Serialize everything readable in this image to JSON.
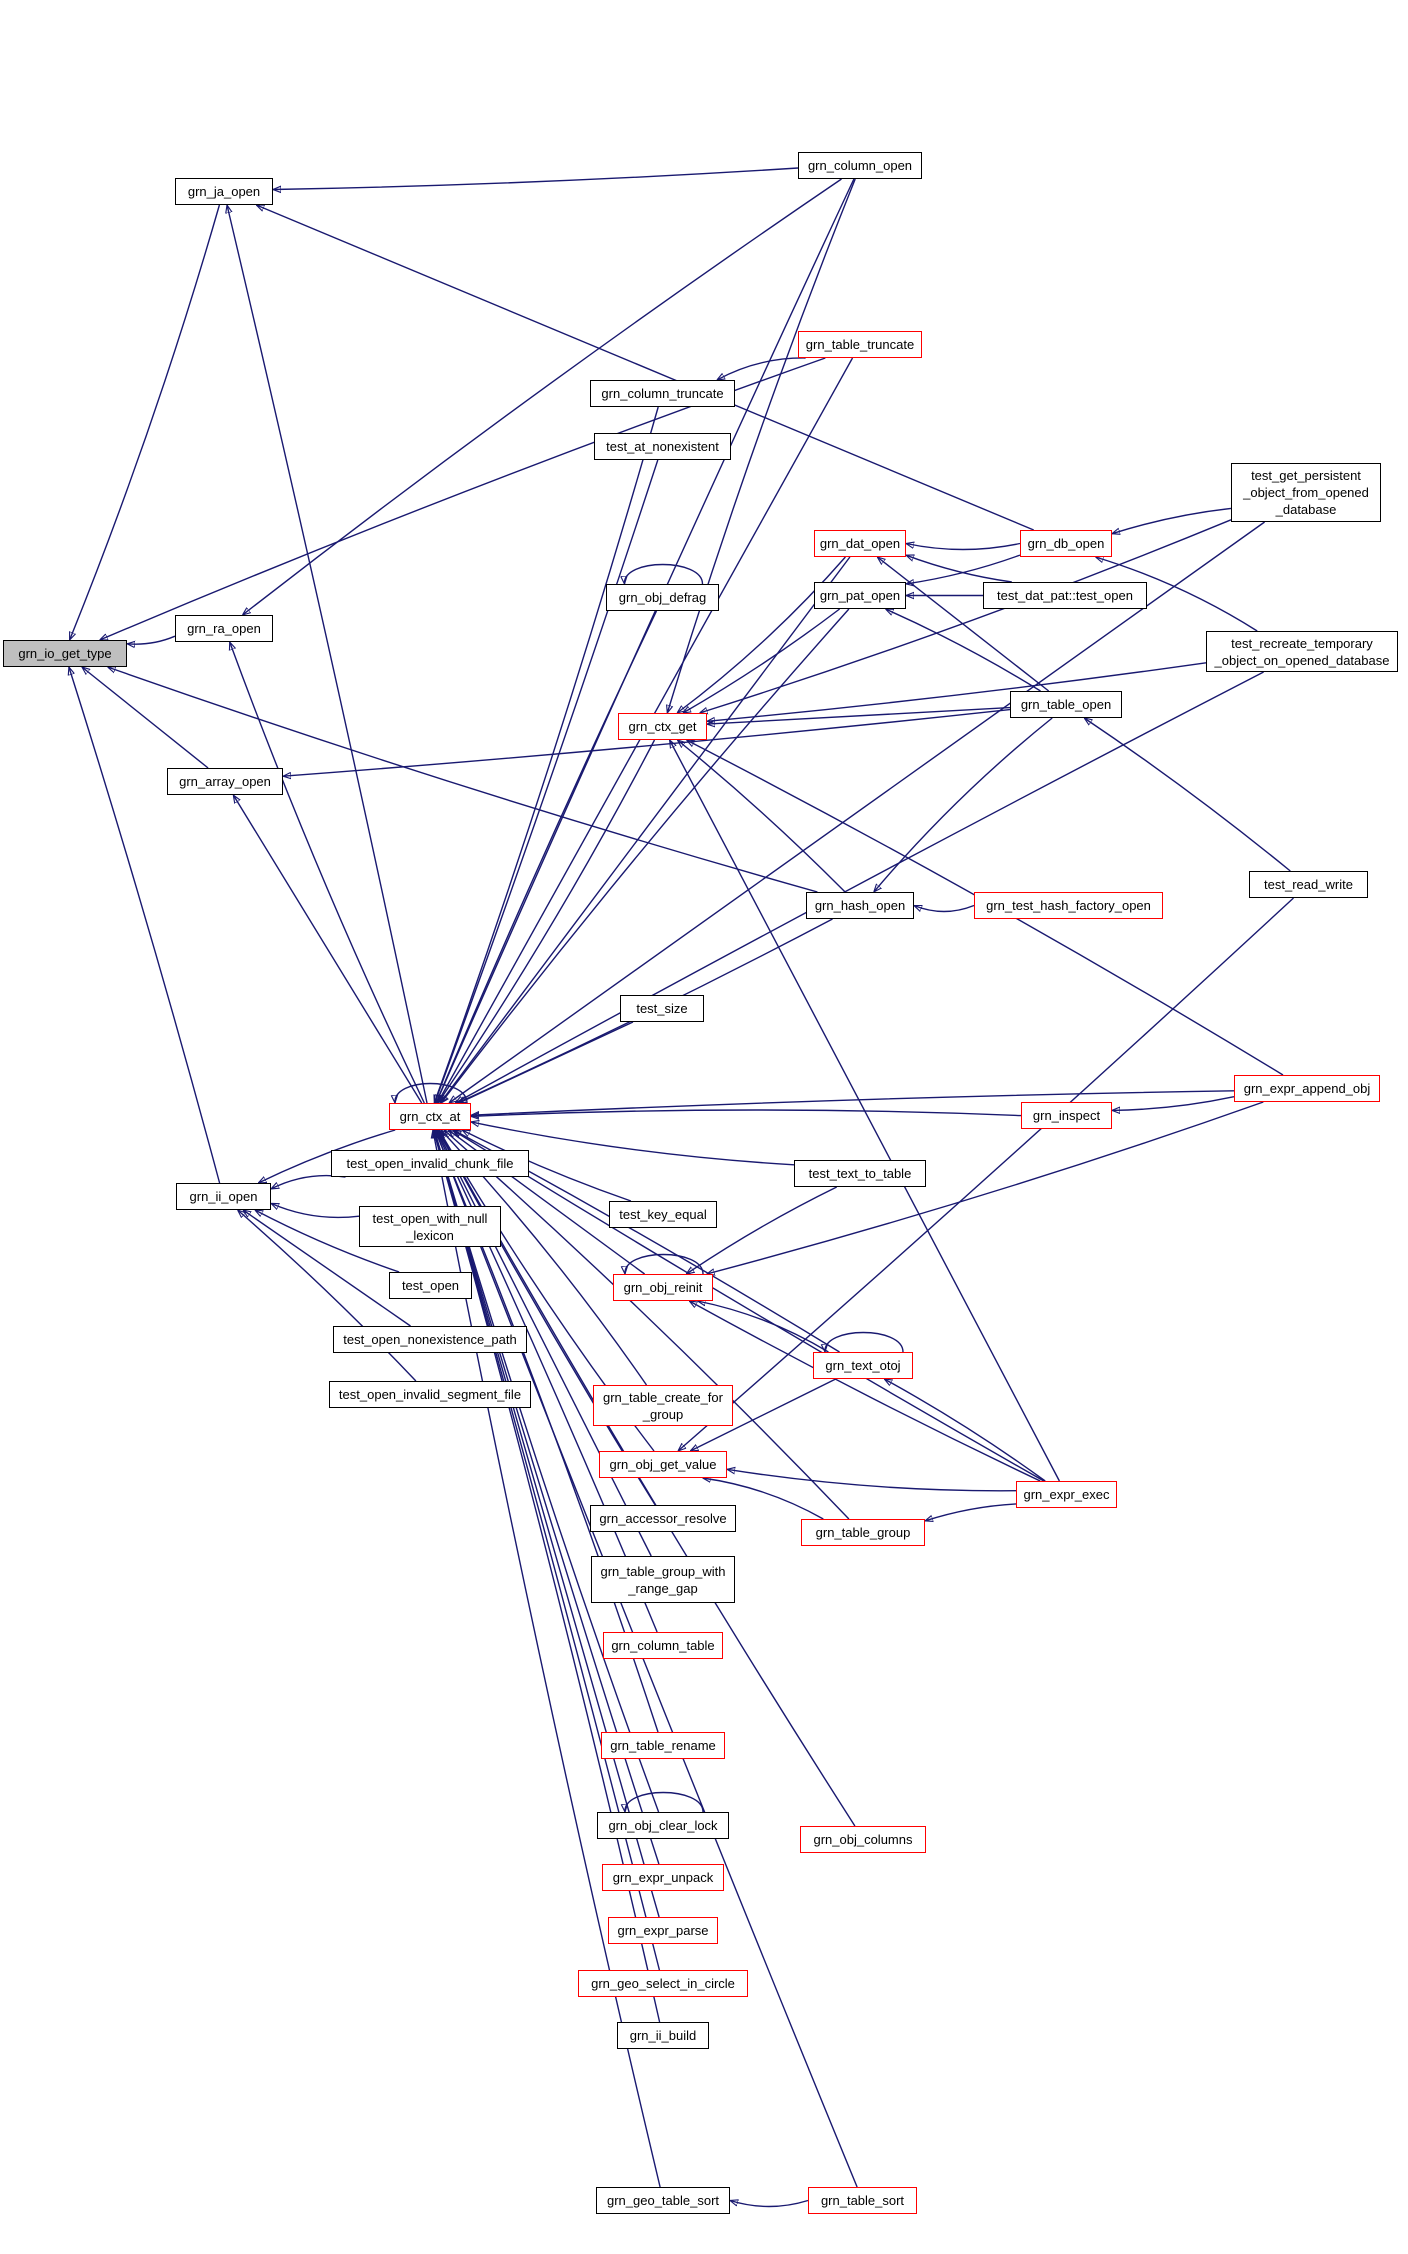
{
  "colors": {
    "edge": "#191970",
    "node_border": "#000000",
    "highlight_border": "#ff0000",
    "focus_fill": "#bfbfbf"
  },
  "nodes": [
    {
      "id": "io_get_type",
      "label": "grn_io_get_type",
      "style": "focus"
    },
    {
      "id": "ja_open",
      "label": "grn_ja_open",
      "style": "plain"
    },
    {
      "id": "ra_open",
      "label": "grn_ra_open",
      "style": "plain"
    },
    {
      "id": "array_open",
      "label": "grn_array_open",
      "style": "plain"
    },
    {
      "id": "ii_open",
      "label": "grn_ii_open",
      "style": "plain"
    },
    {
      "id": "ctx_at",
      "label": "grn_ctx_at",
      "style": "red"
    },
    {
      "id": "column_open",
      "label": "grn_column_open",
      "style": "plain"
    },
    {
      "id": "table_truncate",
      "label": "grn_table_truncate",
      "style": "red"
    },
    {
      "id": "column_truncate",
      "label": "grn_column_truncate",
      "style": "plain"
    },
    {
      "id": "test_at_nonexistent",
      "label": "test_at_nonexistent",
      "style": "plain"
    },
    {
      "id": "dat_open",
      "label": "grn_dat_open",
      "style": "red"
    },
    {
      "id": "db_open",
      "label": "grn_db_open",
      "style": "red"
    },
    {
      "id": "obj_defrag",
      "label": "grn_obj_defrag",
      "style": "plain"
    },
    {
      "id": "pat_open",
      "label": "grn_pat_open",
      "style": "plain"
    },
    {
      "id": "test_dat_pat_open",
      "label": "test_dat_pat::test_open",
      "style": "plain"
    },
    {
      "id": "ctx_get",
      "label": "grn_ctx_get",
      "style": "red"
    },
    {
      "id": "table_open",
      "label": "grn_table_open",
      "style": "plain"
    },
    {
      "id": "test_get_persistent",
      "label": "test_get_persistent\n_object_from_opened\n_database",
      "style": "plain"
    },
    {
      "id": "test_recreate",
      "label": "test_recreate_temporary\n_object_on_opened_database",
      "style": "plain"
    },
    {
      "id": "hash_open",
      "label": "grn_hash_open",
      "style": "plain"
    },
    {
      "id": "test_hash_factory_open",
      "label": "grn_test_hash_factory_open",
      "style": "red"
    },
    {
      "id": "test_read_write",
      "label": "test_read_write",
      "style": "plain"
    },
    {
      "id": "test_size",
      "label": "test_size",
      "style": "plain"
    },
    {
      "id": "expr_append_obj",
      "label": "grn_expr_append_obj",
      "style": "red"
    },
    {
      "id": "inspect",
      "label": "grn_inspect",
      "style": "red"
    },
    {
      "id": "test_open_invalid_chunk_file",
      "label": "test_open_invalid_chunk_file",
      "style": "plain"
    },
    {
      "id": "test_open_with_null_lexicon",
      "label": "test_open_with_null\n_lexicon",
      "style": "plain"
    },
    {
      "id": "test_open",
      "label": "test_open",
      "style": "plain"
    },
    {
      "id": "test_open_nonexistence_path",
      "label": "test_open_nonexistence_path",
      "style": "plain"
    },
    {
      "id": "test_open_invalid_segment_file",
      "label": "test_open_invalid_segment_file",
      "style": "plain"
    },
    {
      "id": "test_text_to_table",
      "label": "test_text_to_table",
      "style": "plain"
    },
    {
      "id": "test_key_equal",
      "label": "test_key_equal",
      "style": "plain"
    },
    {
      "id": "obj_reinit",
      "label": "grn_obj_reinit",
      "style": "red"
    },
    {
      "id": "text_otoj",
      "label": "grn_text_otoj",
      "style": "red"
    },
    {
      "id": "table_create_for_group",
      "label": "grn_table_create_for\n_group",
      "style": "red"
    },
    {
      "id": "obj_get_value",
      "label": "grn_obj_get_value",
      "style": "red"
    },
    {
      "id": "expr_exec",
      "label": "grn_expr_exec",
      "style": "red"
    },
    {
      "id": "accessor_resolve",
      "label": "grn_accessor_resolve",
      "style": "plain"
    },
    {
      "id": "table_group",
      "label": "grn_table_group",
      "style": "red"
    },
    {
      "id": "table_group_with_range_gap",
      "label": "grn_table_group_with\n_range_gap",
      "style": "plain"
    },
    {
      "id": "column_table",
      "label": "grn_column_table",
      "style": "red"
    },
    {
      "id": "table_rename",
      "label": "grn_table_rename",
      "style": "red"
    },
    {
      "id": "obj_clear_lock",
      "label": "grn_obj_clear_lock",
      "style": "plain"
    },
    {
      "id": "obj_columns",
      "label": "grn_obj_columns",
      "style": "red"
    },
    {
      "id": "expr_unpack",
      "label": "grn_expr_unpack",
      "style": "red"
    },
    {
      "id": "expr_parse",
      "label": "grn_expr_parse",
      "style": "red"
    },
    {
      "id": "geo_select_in_circle",
      "label": "grn_geo_select_in_circle",
      "style": "red"
    },
    {
      "id": "ii_build",
      "label": "grn_ii_build",
      "style": "plain"
    },
    {
      "id": "geo_table_sort",
      "label": "grn_geo_table_sort",
      "style": "plain"
    },
    {
      "id": "table_sort",
      "label": "grn_table_sort",
      "style": "red"
    }
  ],
  "edges": [
    [
      "ja_open",
      "io_get_type"
    ],
    [
      "ra_open",
      "io_get_type"
    ],
    [
      "array_open",
      "io_get_type"
    ],
    [
      "ii_open",
      "io_get_type"
    ],
    [
      "table_truncate",
      "io_get_type"
    ],
    [
      "hash_open",
      "io_get_type"
    ],
    [
      "column_open",
      "ja_open"
    ],
    [
      "db_open",
      "ja_open"
    ],
    [
      "ctx_at",
      "ja_open"
    ],
    [
      "column_open",
      "ra_open"
    ],
    [
      "ctx_at",
      "ra_open"
    ],
    [
      "table_open",
      "array_open"
    ],
    [
      "ctx_at",
      "array_open"
    ],
    [
      "ctx_at",
      "ii_open"
    ],
    [
      "test_open_invalid_chunk_file",
      "ii_open"
    ],
    [
      "test_open_with_null_lexicon",
      "ii_open"
    ],
    [
      "test_open",
      "ii_open"
    ],
    [
      "test_open_nonexistence_path",
      "ii_open"
    ],
    [
      "test_open_invalid_segment_file",
      "ii_open"
    ],
    [
      "ctx_at",
      "ctx_at"
    ],
    [
      "column_truncate",
      "ctx_at"
    ],
    [
      "test_at_nonexistent",
      "ctx_at"
    ],
    [
      "dat_open",
      "ctx_at"
    ],
    [
      "obj_defrag",
      "ctx_at"
    ],
    [
      "pat_open",
      "ctx_at"
    ],
    [
      "ctx_get",
      "ctx_at"
    ],
    [
      "hash_open",
      "ctx_at"
    ],
    [
      "test_size",
      "ctx_at"
    ],
    [
      "expr_append_obj",
      "ctx_at"
    ],
    [
      "inspect",
      "ctx_at"
    ],
    [
      "test_text_to_table",
      "ctx_at"
    ],
    [
      "test_key_equal",
      "ctx_at"
    ],
    [
      "obj_reinit",
      "ctx_at"
    ],
    [
      "text_otoj",
      "ctx_at"
    ],
    [
      "table_create_for_group",
      "ctx_at"
    ],
    [
      "obj_get_value",
      "ctx_at"
    ],
    [
      "accessor_resolve",
      "ctx_at"
    ],
    [
      "table_group_with_range_gap",
      "ctx_at"
    ],
    [
      "column_table",
      "ctx_at"
    ],
    [
      "table_rename",
      "ctx_at"
    ],
    [
      "obj_clear_lock",
      "ctx_at"
    ],
    [
      "expr_unpack",
      "ctx_at"
    ],
    [
      "expr_parse",
      "ctx_at"
    ],
    [
      "geo_select_in_circle",
      "ctx_at"
    ],
    [
      "ii_build",
      "ctx_at"
    ],
    [
      "geo_table_sort",
      "ctx_at"
    ],
    [
      "table_sort",
      "ctx_at"
    ],
    [
      "table_truncate",
      "ctx_at"
    ],
    [
      "column_open",
      "ctx_at"
    ],
    [
      "table_group",
      "ctx_at"
    ],
    [
      "obj_columns",
      "ctx_at"
    ],
    [
      "expr_exec",
      "ctx_at"
    ],
    [
      "test_get_persistent",
      "ctx_at"
    ],
    [
      "test_recreate",
      "ctx_at"
    ],
    [
      "table_truncate",
      "column_truncate"
    ],
    [
      "db_open",
      "dat_open"
    ],
    [
      "test_dat_pat_open",
      "dat_open"
    ],
    [
      "table_open",
      "dat_open"
    ],
    [
      "test_get_persistent",
      "db_open"
    ],
    [
      "test_recreate",
      "db_open"
    ],
    [
      "obj_defrag",
      "obj_defrag"
    ],
    [
      "db_open",
      "pat_open"
    ],
    [
      "test_dat_pat_open",
      "pat_open"
    ],
    [
      "table_open",
      "pat_open"
    ],
    [
      "column_open",
      "ctx_get"
    ],
    [
      "dat_open",
      "ctx_get"
    ],
    [
      "pat_open",
      "ctx_get"
    ],
    [
      "table_open",
      "ctx_get"
    ],
    [
      "hash_open",
      "ctx_get"
    ],
    [
      "expr_append_obj",
      "ctx_get"
    ],
    [
      "test_get_persistent",
      "ctx_get"
    ],
    [
      "test_recreate",
      "ctx_get"
    ],
    [
      "expr_exec",
      "ctx_get"
    ],
    [
      "test_read_write",
      "table_open"
    ],
    [
      "table_open",
      "hash_open"
    ],
    [
      "test_hash_factory_open",
      "hash_open"
    ],
    [
      "expr_append_obj",
      "inspect"
    ],
    [
      "obj_reinit",
      "obj_reinit"
    ],
    [
      "test_text_to_table",
      "obj_reinit"
    ],
    [
      "text_otoj",
      "obj_reinit"
    ],
    [
      "expr_append_obj",
      "obj_reinit"
    ],
    [
      "expr_exec",
      "obj_reinit"
    ],
    [
      "text_otoj",
      "text_otoj"
    ],
    [
      "expr_exec",
      "text_otoj"
    ],
    [
      "table_group",
      "obj_get_value"
    ],
    [
      "expr_exec",
      "obj_get_value"
    ],
    [
      "test_read_write",
      "obj_get_value"
    ],
    [
      "text_otoj",
      "obj_get_value"
    ],
    [
      "expr_exec",
      "table_group"
    ],
    [
      "obj_clear_lock",
      "obj_clear_lock"
    ],
    [
      "table_sort",
      "geo_table_sort"
    ]
  ]
}
